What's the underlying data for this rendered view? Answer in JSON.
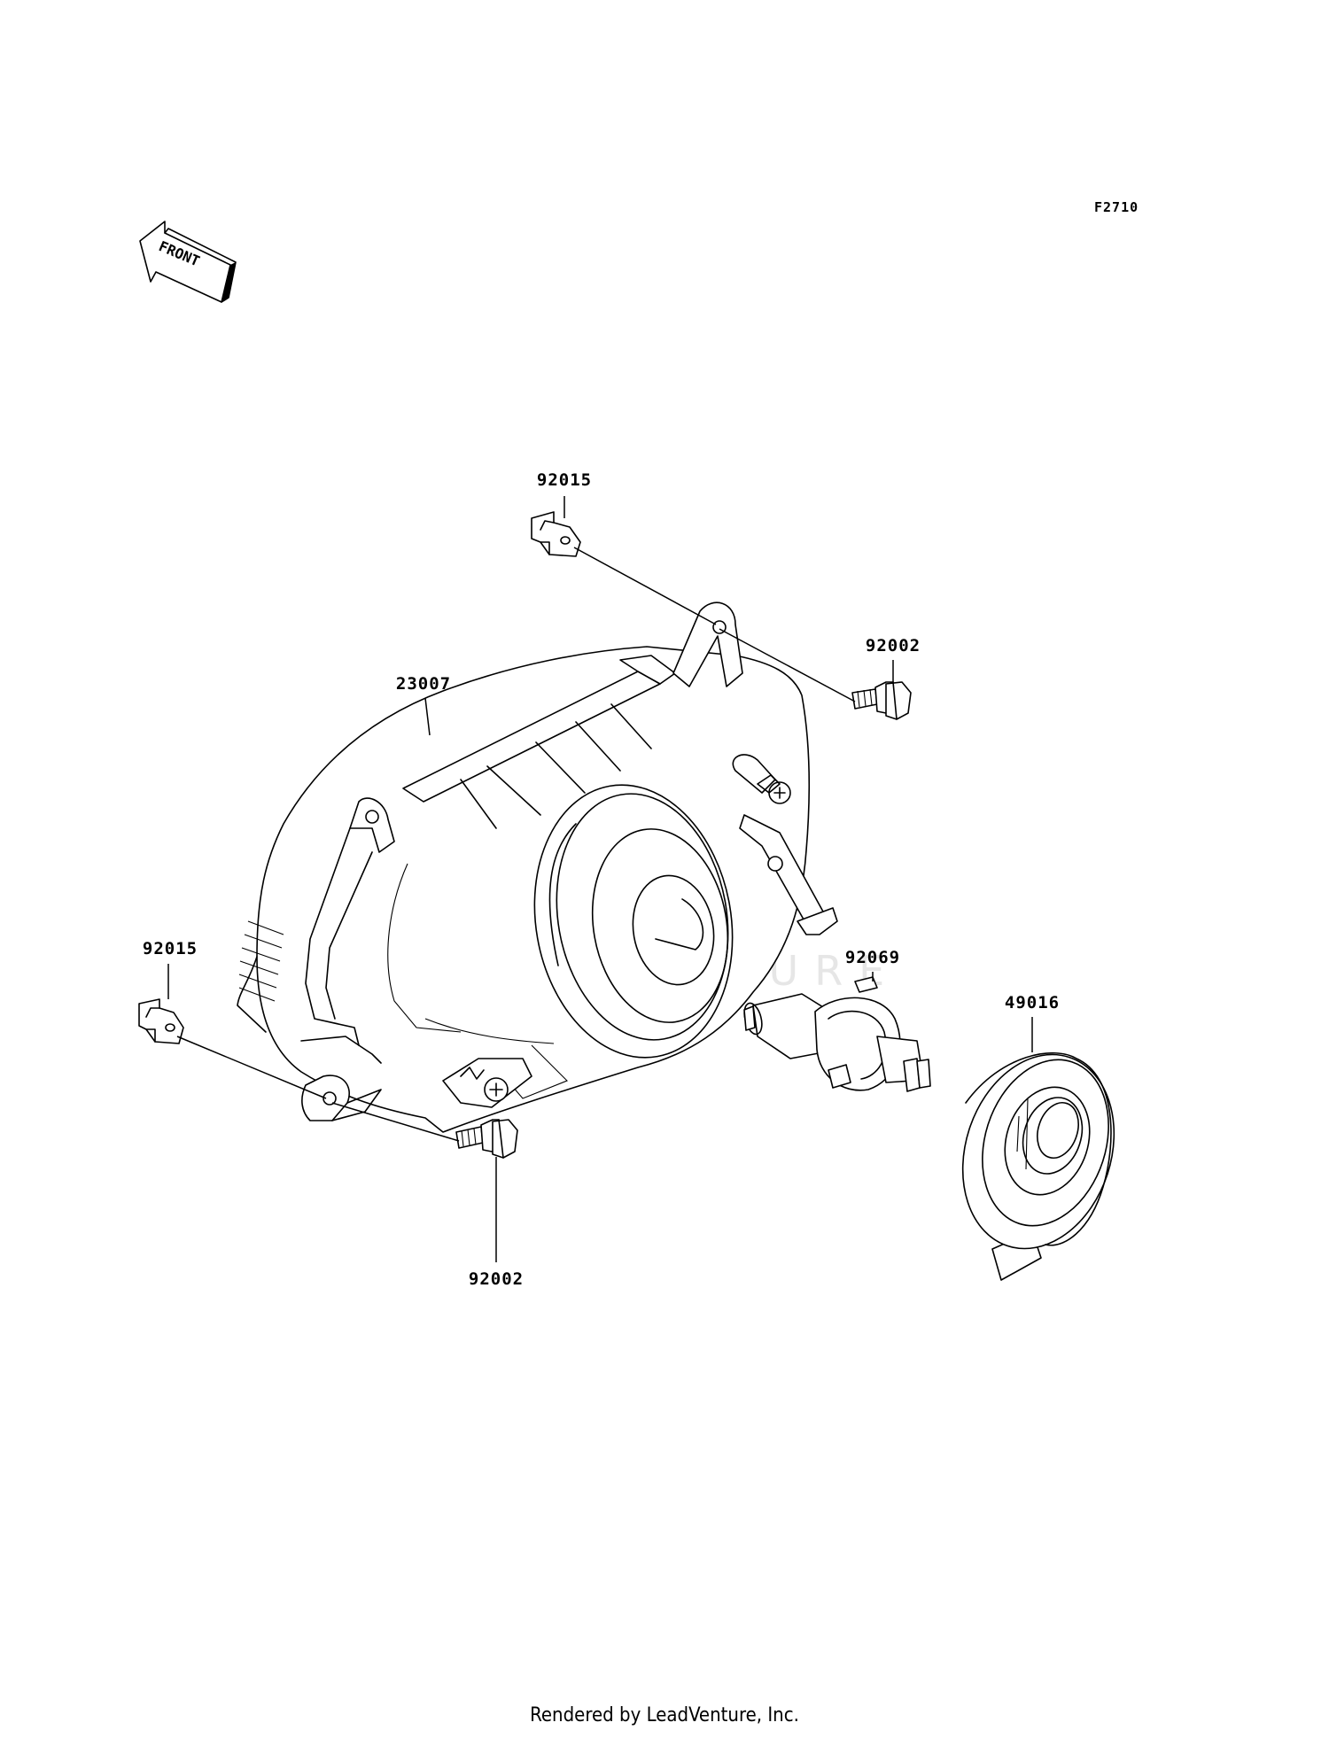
{
  "figure_code": "F2710",
  "front_label": "FRONT",
  "watermark": "LEADVENTURE",
  "footer": "Rendered by LeadVenture, Inc.",
  "parts": {
    "clip_top": "92015",
    "bolt_top": "92002",
    "headlight_assembly": "23007",
    "clip_left": "92015",
    "bulb": "92069",
    "bulb_cover": "49016",
    "bolt_bottom": "92002"
  }
}
